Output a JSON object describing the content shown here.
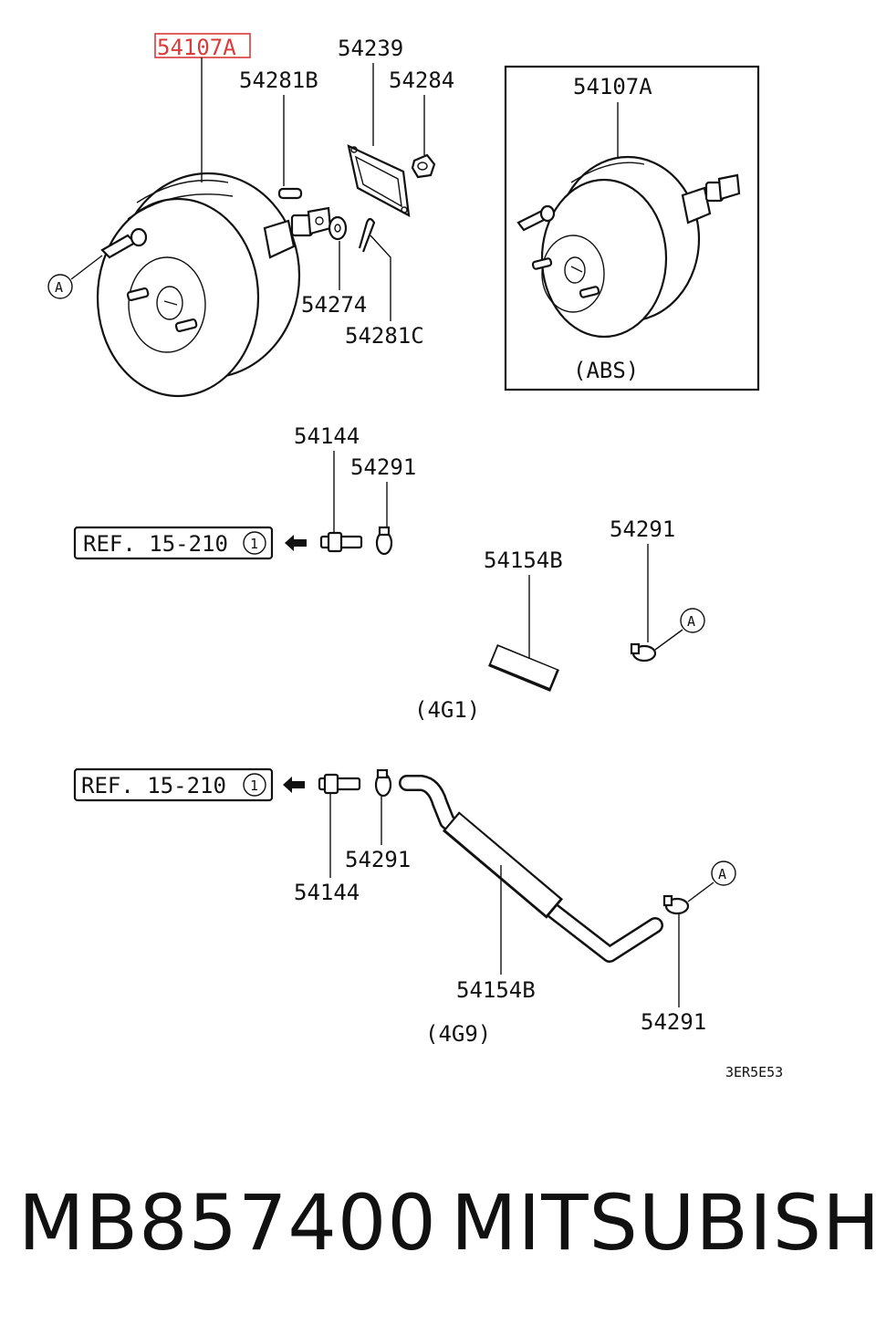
{
  "colors": {
    "highlight": "#d93a3a",
    "ink": "#111111",
    "background": "#ffffff"
  },
  "top": {
    "booster_part": "54107A",
    "pin_part": "54281B",
    "gasket_part": "54239",
    "nut_part": "54284",
    "washer_part": "54274",
    "clip_part": "54281C",
    "callout": "A"
  },
  "abs": {
    "part": "54107A",
    "caption": "(ABS)"
  },
  "hose_4g1": {
    "ref_text": "REF. 15-210",
    "ref_circle": "1",
    "fitting_part": "54144",
    "clamp_part_upper": "54291",
    "hose_part": "54154B",
    "clamp_part_lower": "54291",
    "callout": "A",
    "variant": "(4G1)"
  },
  "hose_4g9": {
    "ref_text": "REF. 15-210",
    "ref_circle": "1",
    "fitting_part": "54144",
    "clamp_part_upper": "54291",
    "hose_part": "54154B",
    "clamp_part_lower": "54291",
    "callout": "A",
    "variant": "(4G9)"
  },
  "drawing_code": "3ER5E53",
  "footer": {
    "part_number": "MB857400",
    "brand": "MITSUBISHI"
  }
}
